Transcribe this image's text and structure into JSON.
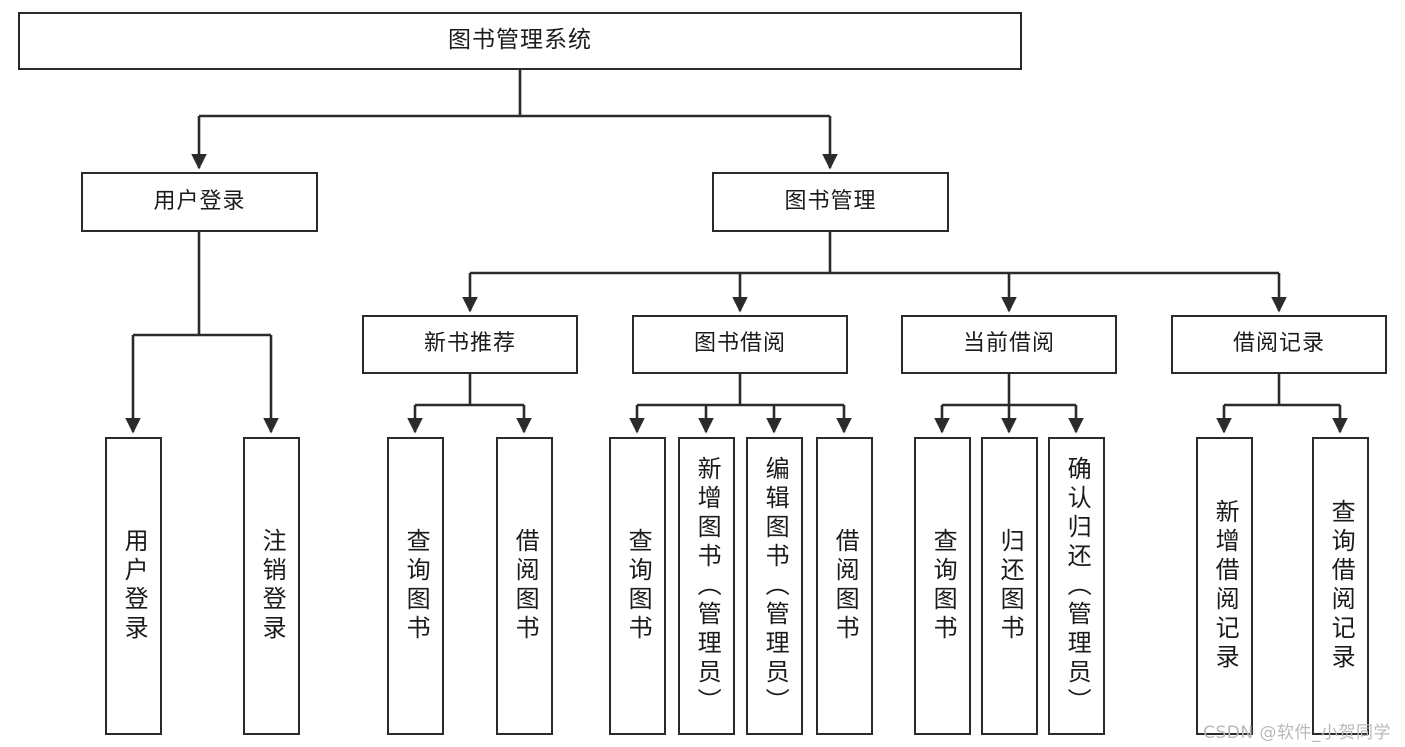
{
  "diagram": {
    "title": "图书管理系统",
    "type": "tree-hierarchy",
    "watermark": "CSDN @软件_小贺同学",
    "colors": {
      "stroke": "#2b2b2b",
      "fill": "#ffffff",
      "text": "#1b1b1b",
      "watermark": "#b9b9b9"
    },
    "root": {
      "label": "图书管理系统"
    },
    "level2": [
      {
        "id": "user-login",
        "label": "用户登录"
      },
      {
        "id": "book-manage",
        "label": "图书管理"
      }
    ],
    "level3": [
      {
        "id": "new-book-recommend",
        "label": "新书推荐"
      },
      {
        "id": "book-borrow",
        "label": "图书借阅"
      },
      {
        "id": "current-borrow",
        "label": "当前借阅"
      },
      {
        "id": "borrow-record",
        "label": "借阅记录"
      }
    ],
    "leaves": {
      "user_login": [
        {
          "id": "leaf-user-login",
          "label": "用户登录"
        },
        {
          "id": "leaf-logout-login",
          "label": "注销登录"
        }
      ],
      "new_book_recommend": [
        {
          "id": "leaf-query-book-1",
          "label": "查询图书"
        },
        {
          "id": "leaf-borrow-book-1",
          "label": "借阅图书"
        }
      ],
      "book_borrow": [
        {
          "id": "leaf-query-book-2",
          "label": "查询图书"
        },
        {
          "id": "leaf-add-book",
          "label": "新增图书（管理员）"
        },
        {
          "id": "leaf-edit-book",
          "label": "编辑图书（管理员）"
        },
        {
          "id": "leaf-borrow-book-2",
          "label": "借阅图书"
        }
      ],
      "current_borrow": [
        {
          "id": "leaf-query-book-3",
          "label": "查询图书"
        },
        {
          "id": "leaf-return-book",
          "label": "归还图书"
        },
        {
          "id": "leaf-confirm-return",
          "label": "确认归还（管理员）"
        }
      ],
      "borrow_record": [
        {
          "id": "leaf-add-record",
          "label": "新增借阅记录"
        },
        {
          "id": "leaf-query-record",
          "label": "查询借阅记录"
        }
      ]
    }
  }
}
